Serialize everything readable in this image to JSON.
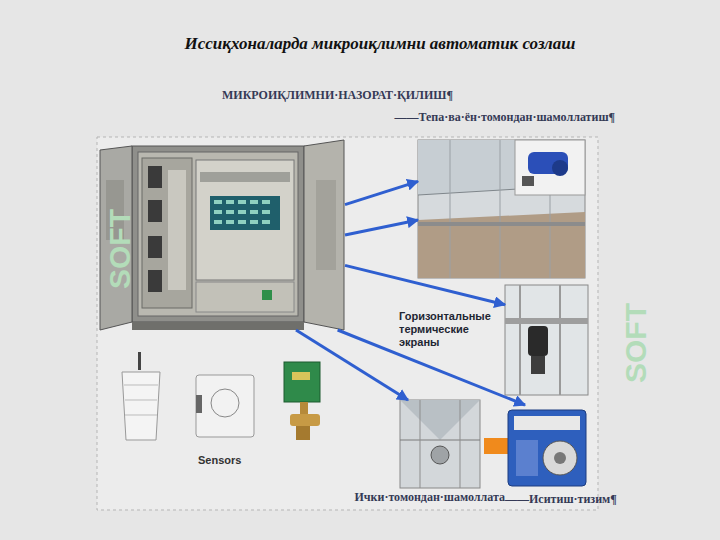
{
  "diagram": {
    "title": "Иссиқхоналарда микроиқлимни автоматик созлаш",
    "nodes": [
      {
        "text": [
          "МИКРОИҚЛИМНИ·НАЗОРАТ·ҚИЛИШ¶"
        ]
      },
      {
        "text": [
          "——Тепа·ва·ён·томондан·шамоллатиш¶"
        ]
      },
      {
        "text": [
          "Горизонтальные термические экраны"
        ]
      },
      {
        "text": [
          "Ички·томондан·шамоллата"
        ]
      },
      {
        "text": [
          "——Иситиш·тизим¶"
        ]
      },
      {
        "text": [
          "Sensors"
        ]
      }
    ],
    "edges": [
      {
        "from": 0,
        "to": 1,
        "arrow": "to"
      },
      {
        "from": 0,
        "to": 1,
        "arrow": "to"
      },
      {
        "from": 0,
        "to": 2,
        "arrow": "to"
      },
      {
        "from": 0,
        "to": 3,
        "arrow": "to"
      },
      {
        "from": 0,
        "to": 4,
        "arrow": "to"
      }
    ],
    "labels": [
      "SOFT",
      "SOFT"
    ]
  }
}
